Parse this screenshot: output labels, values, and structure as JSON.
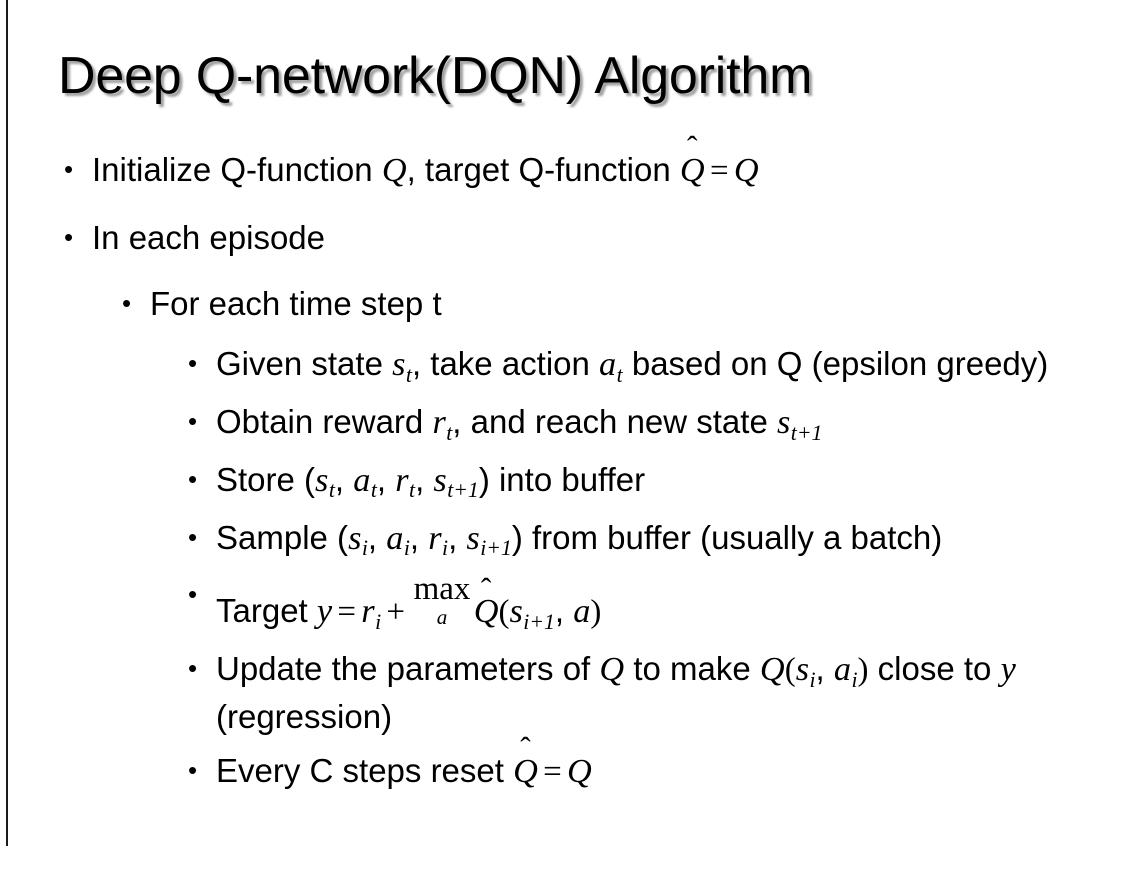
{
  "slide": {
    "title": "Deep Q-network(DQN) Algorithm",
    "background_color": "#ffffff",
    "text_color": "#000000",
    "left_rule_color": "#1a1a1a",
    "bullet_glyph": "•"
  },
  "bullets": {
    "b1": {
      "level": 1,
      "pre": "Initialize Q-function ",
      "var_q": "Q",
      "mid": ", target Q-function ",
      "hat_var": "Q",
      "hat_mark": "̂",
      "eq": "=",
      "var_q2": "Q",
      "plain_full": "Initialize Q-function Q, target Q-function Q̂ = Q"
    },
    "b2": {
      "level": 1,
      "text": "In each episode"
    },
    "b3": {
      "level": 2,
      "text": "For each time step t"
    },
    "b4": {
      "level": 3,
      "pre": "Given state ",
      "v1": "s",
      "v1sub": "t",
      "mid": ", take action ",
      "v2": "a",
      "v2sub": "t",
      "post": " based on Q (epsilon greedy)",
      "plain_full": "Given state s_t, take action a_t based on Q (epsilon greedy)"
    },
    "b5": {
      "level": 3,
      "pre": "Obtain reward ",
      "v1": "r",
      "v1sub": "t",
      "mid": ", and reach new state ",
      "v2": "s",
      "v2sub": "t+1",
      "plain_full": "Obtain reward r_t, and reach new state s_{t+1}"
    },
    "b6": {
      "level": 3,
      "pre": "Store (",
      "v1": "s",
      "v1sub": "t",
      "sep1": ", ",
      "v2": "a",
      "v2sub": "t",
      "sep2": ", ",
      "v3": "r",
      "v3sub": "t",
      "sep3": ", ",
      "v4": "s",
      "v4sub": "t+1",
      "post": ") into buffer",
      "plain_full": "Store (s_t, a_t, r_t, s_{t+1}) into buffer"
    },
    "b7": {
      "level": 3,
      "pre": "Sample (",
      "v1": "s",
      "v1sub": "i",
      "sep1": ", ",
      "v2": "a",
      "v2sub": "i",
      "sep2": ", ",
      "v3": "r",
      "v3sub": "i",
      "sep3": ", ",
      "v4": "s",
      "v4sub": "i+1",
      "post": ") from buffer (usually a batch)",
      "plain_full": "Sample (s_i, a_i, r_i, s_{i+1}) from buffer (usually a batch)"
    },
    "b8": {
      "level": 3,
      "pre": "Target ",
      "y": "y",
      "eq": "=",
      "r": "r",
      "rsub": "i",
      "plus": "+",
      "max_op": "max",
      "max_lim": "a",
      "hat_var": "Q",
      "hat_mark": "̂",
      "paren_open": "(",
      "s": "s",
      "ssub": "i+1",
      "comma": ", ",
      "a": "a",
      "paren_close": ")",
      "plain_full": "Target y = r_i + max_a Q̂(s_{i+1}, a)"
    },
    "b9": {
      "level": 3,
      "pre": "Update the parameters of ",
      "q1": "Q",
      "mid": " to make ",
      "q2": "Q",
      "paren_open": "(",
      "v1": "s",
      "v1sub": "i",
      "sep1": ", ",
      "v2": "a",
      "v2sub": "i",
      "paren_close": ")",
      "post": " close to ",
      "y": "y",
      "tail": " (regression)",
      "plain_full": "Update the parameters of Q to make Q(s_i, a_i) close to y (regression)"
    },
    "b10": {
      "level": 3,
      "pre": "Every C steps reset ",
      "hat_var": "Q",
      "hat_mark": "̂",
      "eq": "=",
      "q": "Q",
      "plain_full": "Every C steps reset Q̂ = Q"
    }
  }
}
